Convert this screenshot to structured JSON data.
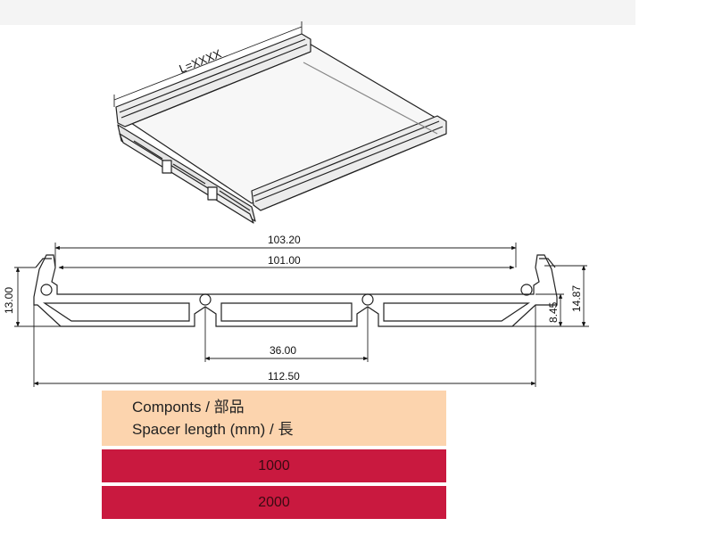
{
  "drawing": {
    "length_label": "L=XXXX",
    "dimensions": {
      "inner_top_width": "103.20",
      "inner_width": "101.00",
      "center_spacing": "36.00",
      "overall_width": "112.50",
      "left_height": "13.00",
      "right_inner_height": "8.45",
      "right_outer_height": "14.87"
    }
  },
  "table": {
    "header_line1": "Componts / 部品",
    "header_line2": "Spacer length (mm) / 長",
    "rows": [
      "1000",
      "2000"
    ]
  },
  "colors": {
    "header_bg": "#fcd4ae",
    "row_bg": "#c9193f"
  }
}
